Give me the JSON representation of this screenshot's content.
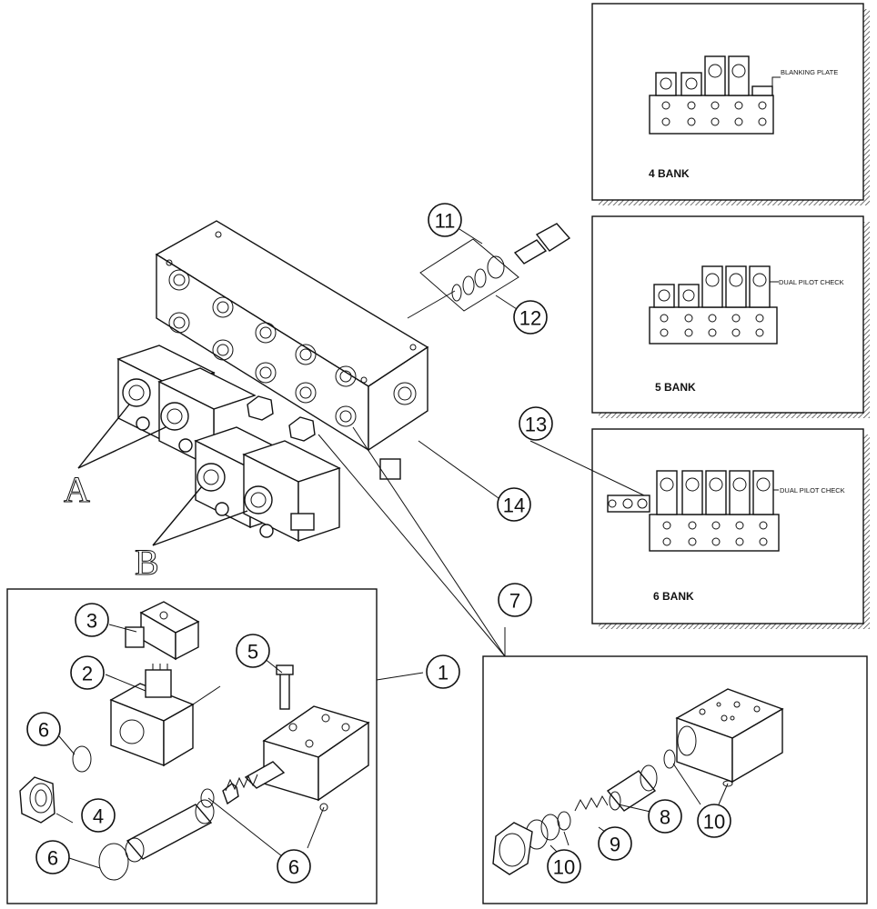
{
  "diagram": {
    "callouts": [
      "1",
      "2",
      "3",
      "4",
      "5",
      "6",
      "7",
      "8",
      "9",
      "10",
      "11",
      "12",
      "13",
      "14"
    ],
    "port_labels": {
      "a": "A",
      "b": "B"
    },
    "panels": {
      "four_bank": {
        "title": "4 BANK",
        "note": "BLANKING PLATE"
      },
      "five_bank": {
        "title": "5 BANK",
        "note": "DUAL PILOT CHECK"
      },
      "six_bank": {
        "title": "6 BANK",
        "note": "DUAL PILOT CHECK"
      }
    }
  }
}
